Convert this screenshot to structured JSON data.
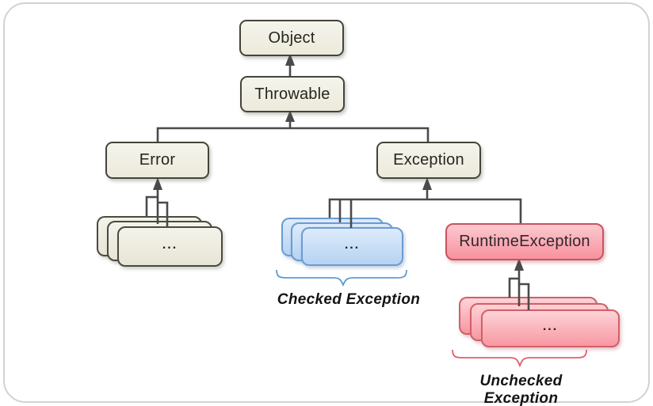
{
  "diagram": {
    "nodes": {
      "object": {
        "label": "Object"
      },
      "throwable": {
        "label": "Throwable"
      },
      "error": {
        "label": "Error"
      },
      "exception": {
        "label": "Exception"
      },
      "runtime_exception": {
        "label": "RuntimeException"
      }
    },
    "stacks": {
      "error_children": {
        "label": "..."
      },
      "checked_children": {
        "label": "..."
      },
      "runtime_children": {
        "label": "..."
      }
    },
    "captions": {
      "checked": "Checked Exception",
      "unchecked": "Unchecked Exception"
    },
    "edges": [
      {
        "from": "Throwable",
        "to": "Object"
      },
      {
        "from": "Error",
        "to": "Throwable"
      },
      {
        "from": "Exception",
        "to": "Throwable"
      },
      {
        "from": "error subclasses (...)",
        "to": "Error"
      },
      {
        "from": "checked exception subclasses (...)",
        "to": "Exception"
      },
      {
        "from": "RuntimeException",
        "to": "Exception"
      },
      {
        "from": "unchecked exception subclasses (...)",
        "to": "RuntimeException"
      }
    ],
    "colors": {
      "neutral_fill": "#f1f0e6",
      "neutral_border": "#44443a",
      "blue_fill": "#c9ddf6",
      "blue_border": "#6b9bd2",
      "pink_fill": "#f9a9b2",
      "pink_border": "#d25f6a",
      "connector": "#4a4a4a",
      "checked_brace": "#5b9bd5",
      "unchecked_brace": "#e0606a"
    }
  }
}
